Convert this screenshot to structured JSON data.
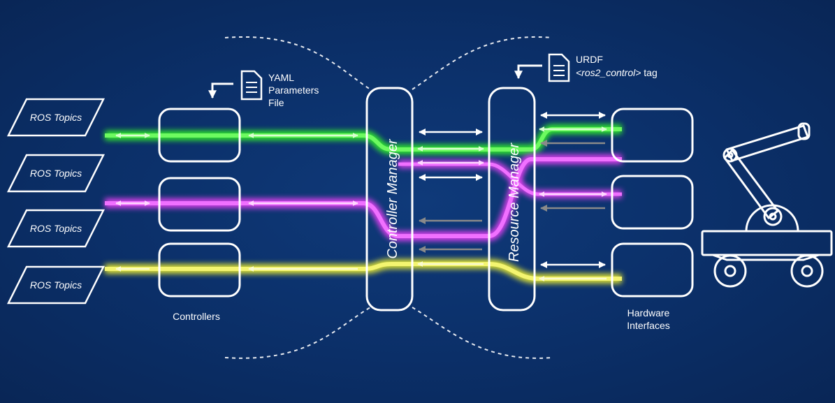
{
  "ros_topics": [
    "ROS Topics",
    "ROS Topics",
    "ROS Topics",
    "ROS Topics"
  ],
  "controllers_label": "Controllers",
  "yaml_label": [
    "YAML",
    "Parameters",
    "File"
  ],
  "controller_manager_label": "Controller Manager",
  "resource_manager_label": "Resource Manager",
  "urdf_label": {
    "line1": "URDF",
    "tag": "<ros2_control>",
    "suffix": " tag"
  },
  "hardware_label": [
    "Hardware",
    "Interfaces"
  ],
  "colors": {
    "background": "#0b2f68",
    "green_flow": "#33ee2a",
    "magenta_flow": "#e040f0",
    "yellow_flow": "#e6e832",
    "gray_arrow": "#8a8a8a",
    "outline": "#ffffff"
  },
  "icons": [
    "document-icon-yaml",
    "document-icon-urdf",
    "robot-cart-icon"
  ]
}
